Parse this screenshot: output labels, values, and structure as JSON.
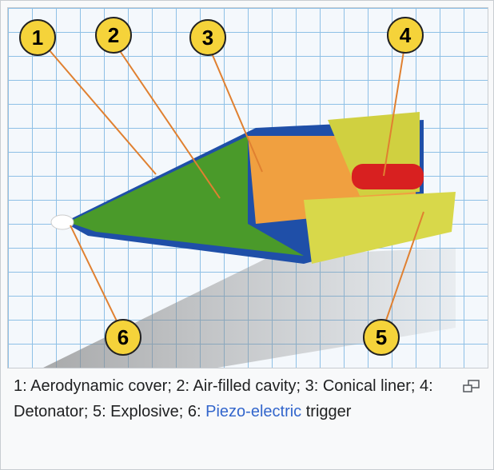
{
  "figure": {
    "callouts": [
      "1",
      "2",
      "3",
      "4",
      "5",
      "6"
    ],
    "caption_before_link": "1: Aerodynamic cover; 2: Air-filled cavity; 3: Conical liner; 4: Detonator; 5: Explosive; 6: ",
    "caption_link": "Piezo-electric",
    "caption_after_link": " trigger",
    "enlarge_icon": "magnify-icon"
  },
  "colors": {
    "callout": "#f5d33a",
    "link": "#3366cc",
    "cover": "#1f4fa8",
    "cavity": "#4a9a2a",
    "liner": "#f0a040",
    "explosive": "#d8d84a",
    "detonator": "#d82020"
  }
}
